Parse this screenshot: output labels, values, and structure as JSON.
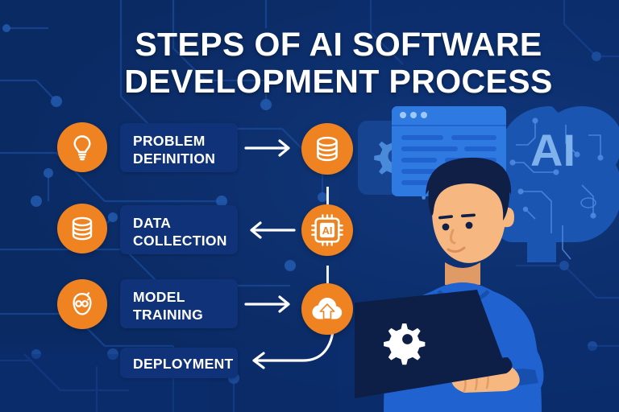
{
  "theme": {
    "background": "#0a2a63",
    "panel": "#0d3073",
    "accent_orange": "#ef8322",
    "chip_blue": "#103278",
    "text_white": "#ffffff",
    "brain_blue": "#1b57b5",
    "skin": "#f3b081",
    "hair": "#101f46",
    "shirt": "#1f62d0",
    "laptop": "#0d1f47"
  },
  "header": {
    "title_line1": "STEPS OF AI SOFTWARE",
    "title_line2": "DEVELOPMENT PROCESS"
  },
  "steps": [
    {
      "id": "problem-definition",
      "label_line1": "PROBLEM",
      "label_line2": "DEFINITION",
      "icon": "lightbulb-icon",
      "arrow": "arrow-right"
    },
    {
      "id": "data-collection",
      "label_line1": "DATA",
      "label_line2": "COLLECTION",
      "icon": "database-icon",
      "arrow": "arrow-left"
    },
    {
      "id": "model-training",
      "label_line1": "MODEL",
      "label_line2": "TRAINING",
      "icon": "robot-head-icon",
      "arrow": "arrow-right"
    },
    {
      "id": "deployment",
      "label_line1": "DEPLOYMENT",
      "label_line2": "",
      "icon": "",
      "arrow": "arrow-curve-left"
    }
  ],
  "center_nodes": [
    {
      "id": "node-database",
      "icon": "database-icon"
    },
    {
      "id": "node-ai-chip",
      "icon": "ai-chip-icon",
      "label": "AI"
    },
    {
      "id": "node-cloud-upload",
      "icon": "cloud-upload-icon"
    }
  ],
  "illustration": {
    "brain_label": "AI",
    "brain_icon": "ai-brain-icon",
    "code_window_icon": "code-window-icon",
    "gears_icon": "gears-icon",
    "person_icon": "developer-person-icon",
    "laptop_icon": "laptop-icon",
    "laptop_badge_icon": "gear-icon"
  }
}
